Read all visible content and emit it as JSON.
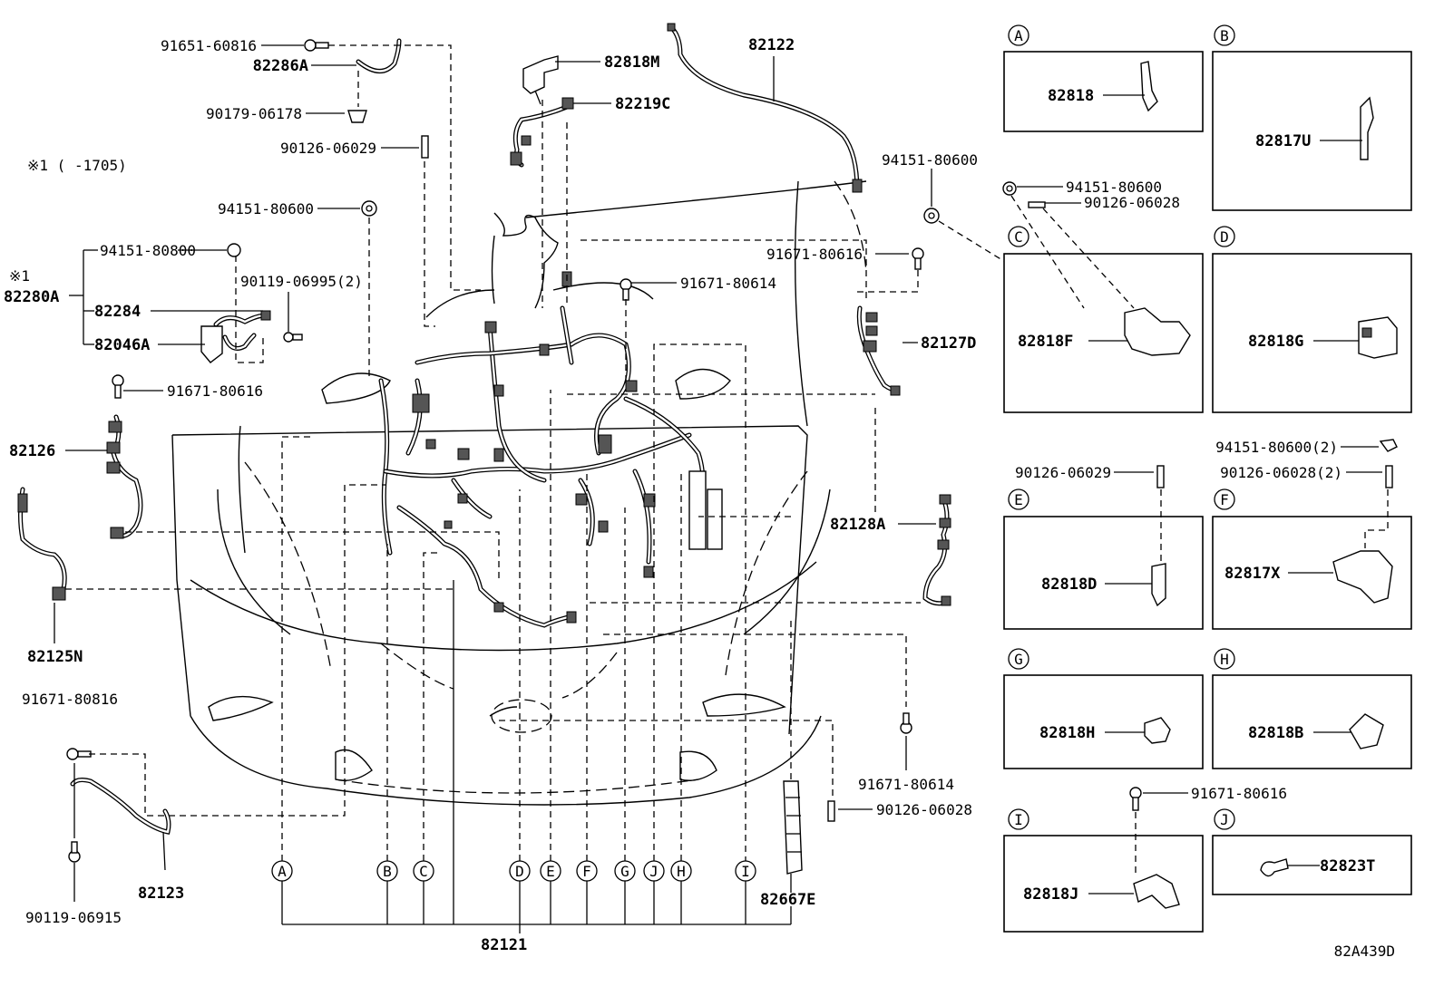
{
  "note": {
    "mark": "※1",
    "range": "※1 (     -1705)"
  },
  "diagram_code": "82A439D",
  "labels": {
    "p_91651_60816": "91651-60816",
    "p_82286A": "82286A",
    "p_90179_06178": "90179-06178",
    "p_90126_06029": "90126-06029",
    "p_94151_80600": "94151-80600",
    "p_94151_80800": "94151-80800",
    "p_90119_06995": "90119-06995(2)",
    "p_82280A": "82280A",
    "p_82284": "82284",
    "p_82046A": "82046A",
    "p_91671_80616_l": "91671-80616",
    "p_82126": "82126",
    "p_82125N": "82125N",
    "p_91671_80816": "91671-80816",
    "p_82123": "82123",
    "p_90119_06915": "90119-06915",
    "p_82818M": "82818M",
    "p_82219C": "82219C",
    "p_82122": "82122",
    "p_91671_80614_t": "91671-80614",
    "p_94151_80600_r": "94151-80600",
    "p_91671_80616_r": "91671-80616",
    "p_82127D": "82127D",
    "p_82128A": "82128A",
    "p_91671_80614_b": "91671-80614",
    "p_90126_06028_b": "90126-06028",
    "p_82667E": "82667E",
    "p_82121": "82121"
  },
  "callouts": [
    "A",
    "B",
    "C",
    "D",
    "E",
    "F",
    "G",
    "J",
    "H",
    "I"
  ],
  "details": {
    "A": {
      "letter": "A",
      "part": "82818"
    },
    "B": {
      "letter": "B",
      "part": "82817U"
    },
    "C": {
      "letter": "C",
      "part": "82818F",
      "f1": "94151-80600",
      "f2": "90126-06028"
    },
    "D": {
      "letter": "D",
      "part": "82818G"
    },
    "E": {
      "letter": "E",
      "part": "82818D",
      "f1": "90126-06029"
    },
    "F": {
      "letter": "F",
      "part": "82817X",
      "f1": "94151-80600(2)",
      "f2": "90126-06028(2)"
    },
    "G": {
      "letter": "G",
      "part": "82818H"
    },
    "H": {
      "letter": "H",
      "part": "82818B"
    },
    "I": {
      "letter": "I",
      "part": "82818J",
      "f1": "91671-80616"
    },
    "J": {
      "letter": "J",
      "part": "82823T"
    }
  }
}
